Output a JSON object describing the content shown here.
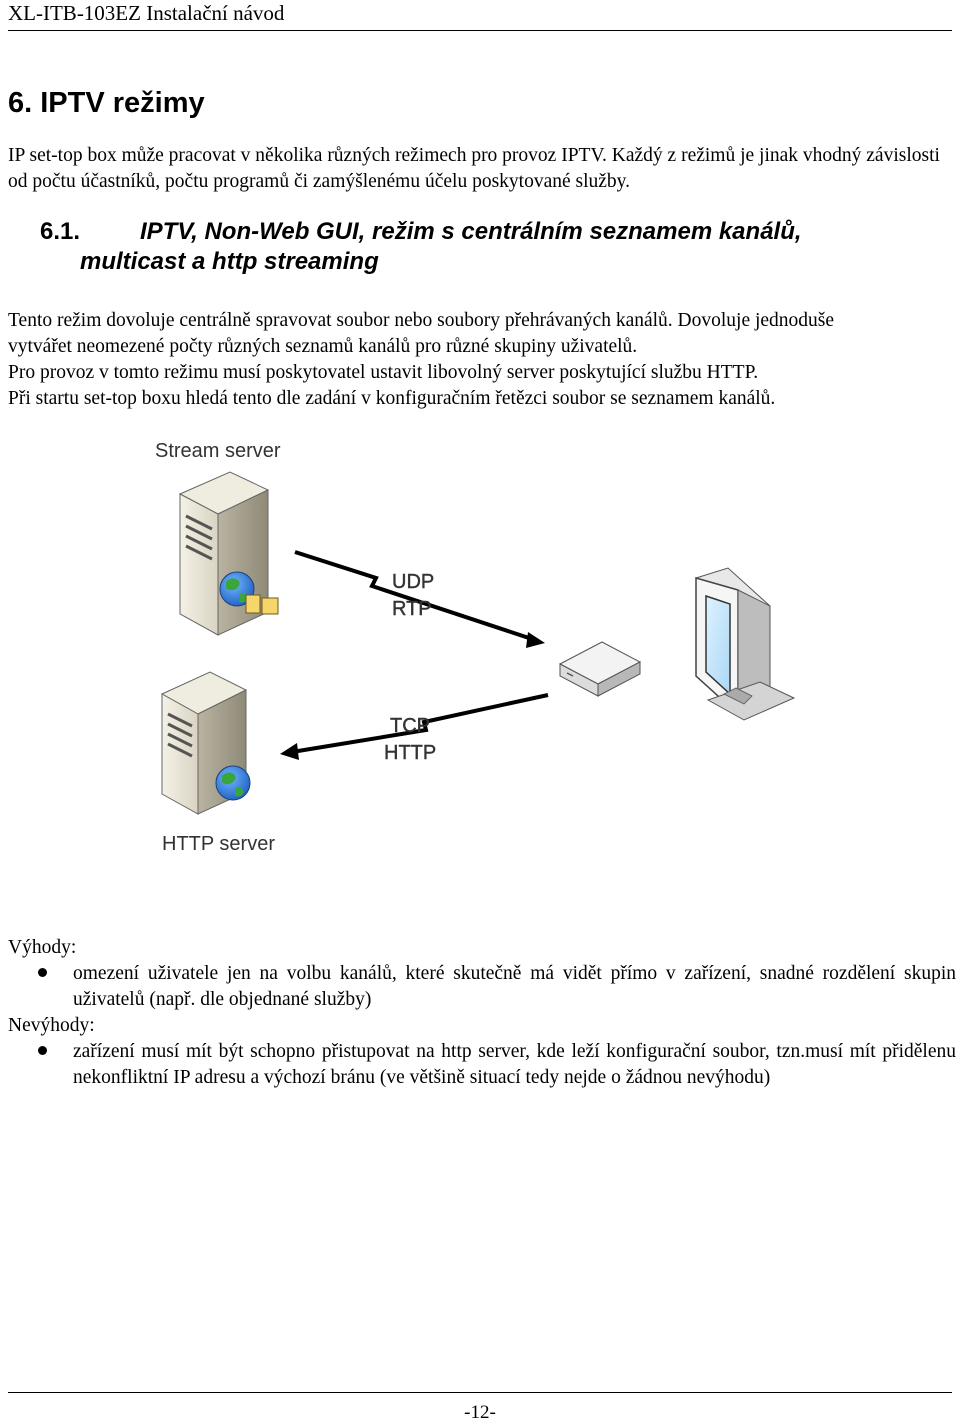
{
  "header": {
    "title": "XL-ITB-103EZ Instalační návod"
  },
  "section": {
    "heading": "6. IPTV režimy",
    "intro": "IP set-top box může pracovat v několika různých režimech pro provoz IPTV. Každý z režimů je jinak vhodný závislosti od počtu účastníků, počtu programů či zamýšlenému účelu poskytované služby."
  },
  "subsection": {
    "number": "6.1.",
    "title_line1": "IPTV, Non-Web GUI, režim s centrálním seznamem kanálů,",
    "title_line2": "multicast a http streaming",
    "body_lines": [
      "Tento režim dovoluje centrálně spravovat soubor nebo soubory přehrávaných kanálů. Dovoluje jednoduše",
      "vytvářet neomezené počty různých seznamů kanálů pro různé skupiny uživatelů.",
      "Pro provoz v tomto režimu musí poskytovatel ustavit libovolný server poskytující službu HTTP.",
      "Při startu set-top boxu hledá tento dle zadání v konfiguračním řetězci soubor se seznamem kanálů."
    ]
  },
  "diagram": {
    "stream_server_label": "Stream server",
    "http_server_label": "HTTP server",
    "udp_label": "UDP",
    "rtp_label": "RTP",
    "tcp_label": "TCP",
    "http_label": "HTTP",
    "icons": [
      "server-icon",
      "globe-icon",
      "folder-icon",
      "set-top-box-icon",
      "monitor-icon",
      "arrow-icon"
    ]
  },
  "advantages": {
    "label": "Výhody:",
    "items": [
      "omezení uživatele jen na volbu kanálů, které skutečně má vidět přímo v zařízení, snadné rozdělení skupin uživatelů (např. dle objednané služby)"
    ]
  },
  "disadvantages": {
    "label": "Nevýhody:",
    "items": [
      "zařízení musí mít být schopno přistupovat na http server, kde leží konfigurační soubor, tzn.musí mít přidělenu nekonfliktní IP adresu a výchozí bránu (ve většině situací tedy nejde o žádnou nevýhodu)"
    ]
  },
  "footer": {
    "page_number": "-12-"
  }
}
